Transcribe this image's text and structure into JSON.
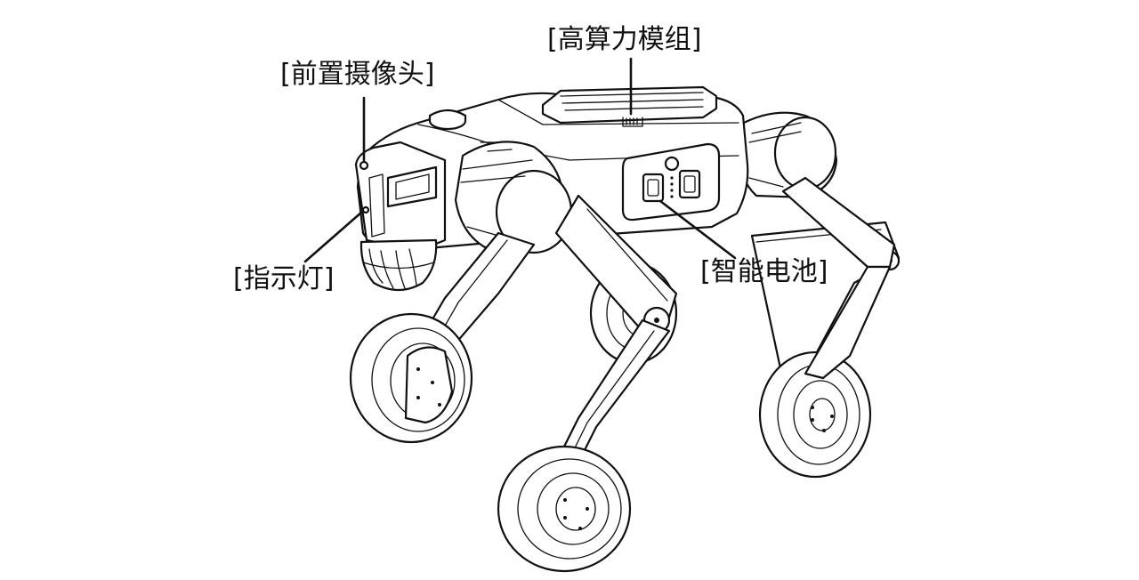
{
  "labels": {
    "compute_module": "[高算力模组]",
    "front_camera": "[前置摄像头]",
    "indicator_light": "[指示灯]",
    "smart_battery": "[智能电池]"
  },
  "colors": {
    "line": "#111111",
    "background": "#ffffff"
  }
}
